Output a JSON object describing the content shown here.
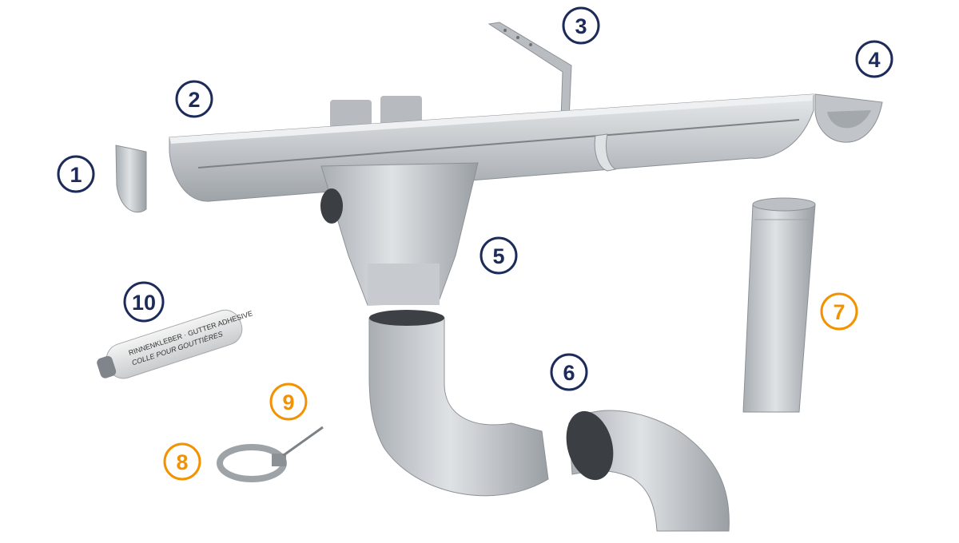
{
  "colors": {
    "navy": "#1c2b5a",
    "orange": "#f39200",
    "metal": "#c4c8cc"
  },
  "labels": [
    {
      "number": "1",
      "color": "navy"
    },
    {
      "number": "2",
      "color": "navy"
    },
    {
      "number": "3",
      "color": "navy"
    },
    {
      "number": "4",
      "color": "navy"
    },
    {
      "number": "5",
      "color": "navy"
    },
    {
      "number": "6",
      "color": "navy"
    },
    {
      "number": "7",
      "color": "orange"
    },
    {
      "number": "8",
      "color": "orange"
    },
    {
      "number": "9",
      "color": "orange"
    },
    {
      "number": "10",
      "color": "navy"
    }
  ],
  "adhesive_tube": {
    "line1": "RINNENKLEBER · GUTTER ADHESIVE",
    "line2": "COLLE POUR GOUTTIÈRES"
  }
}
